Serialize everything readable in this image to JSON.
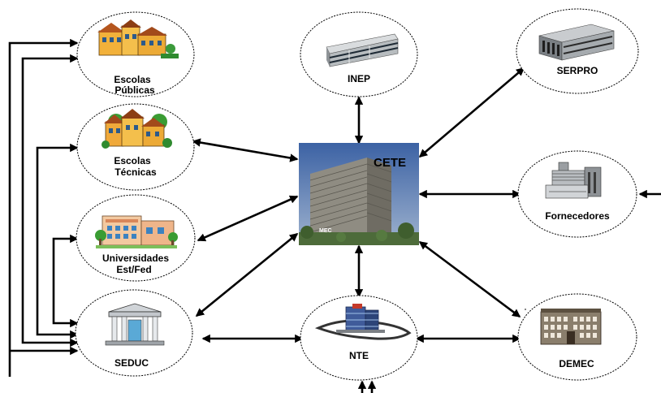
{
  "nodes": {
    "escolas_publicas": {
      "label": [
        "Escolas",
        "Públicas"
      ],
      "icon": "school-buildings-icon"
    },
    "escolas_tecnicas": {
      "label": [
        "Escolas",
        "Técnicas"
      ],
      "icon": "school-buildings-icon"
    },
    "universidades": {
      "label": [
        "Universidades",
        "Est/Fed"
      ],
      "icon": "university-building-icon"
    },
    "seduc": {
      "label": [
        "SEDUC"
      ],
      "icon": "government-building-icon"
    },
    "inep": {
      "label": [
        "INEP"
      ],
      "icon": "office-building-icon"
    },
    "nte": {
      "label": [
        "NTE"
      ],
      "icon": "office-tower-icon"
    },
    "serpro": {
      "label": [
        "SERPRO"
      ],
      "icon": "office-building-icon"
    },
    "fornecedores": {
      "label": [
        "Fornecedores"
      ],
      "icon": "factory-icon"
    },
    "demec": {
      "label": [
        "DEMEC"
      ],
      "icon": "brick-building-icon"
    }
  },
  "center": {
    "title": "CETE",
    "photo_caption": "MEC",
    "icon": "mec-building-photo-icon"
  },
  "colors": {
    "line": "#000000",
    "center_sky": "#4a6fa8",
    "building": "#8d8b82"
  }
}
